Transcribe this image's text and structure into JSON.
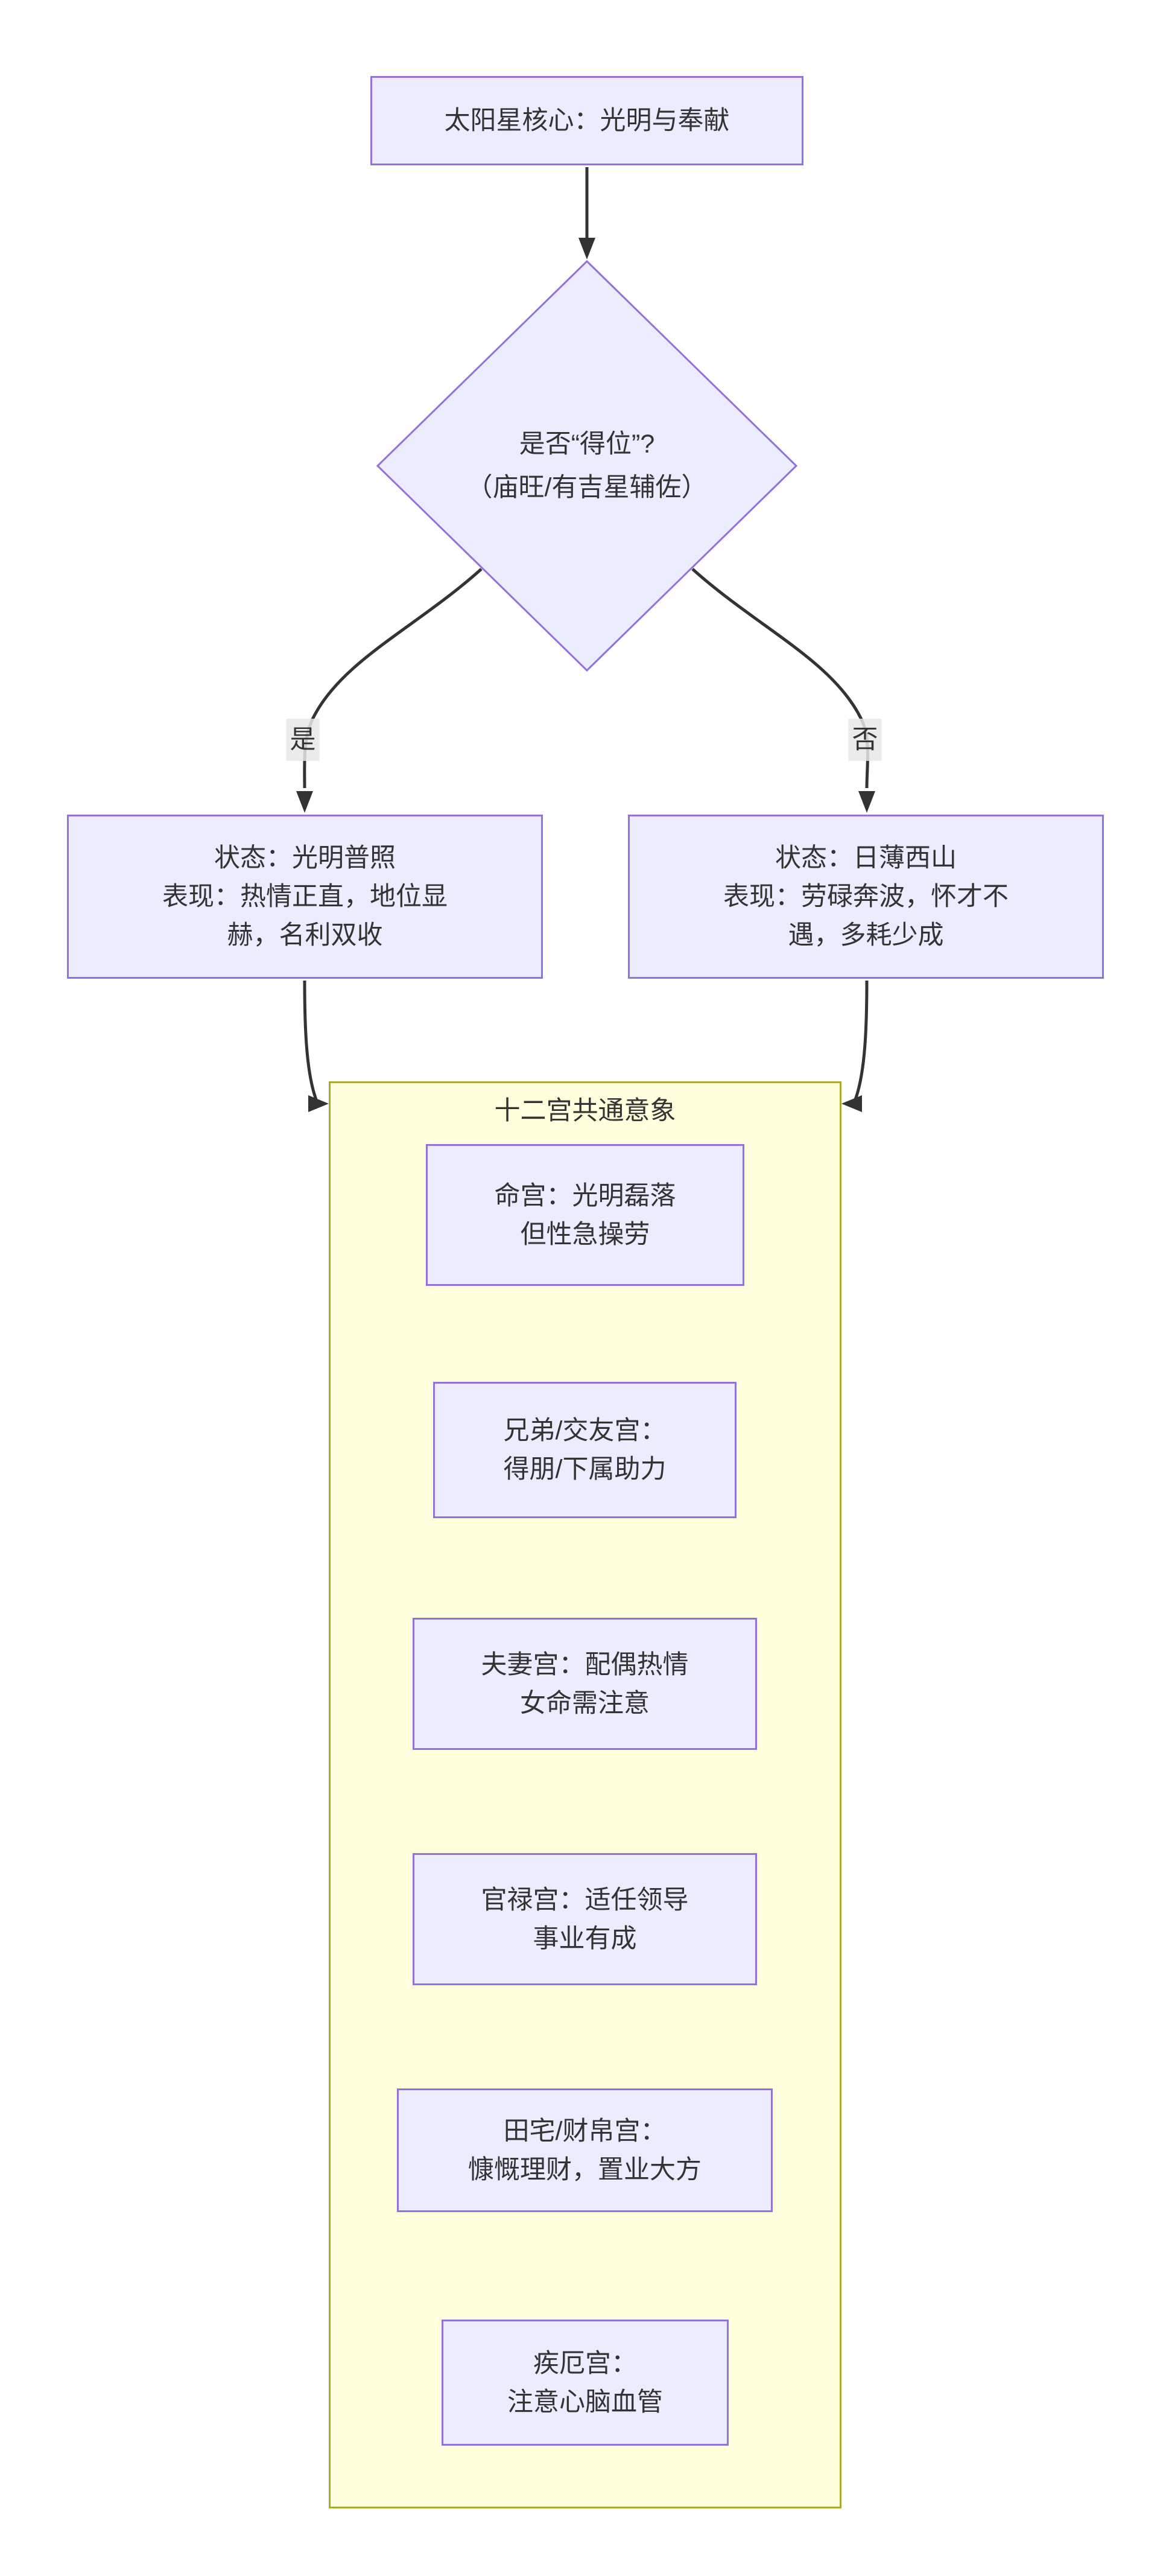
{
  "colors": {
    "background": "#FFFFFF",
    "node_fill": "#ECECFF",
    "node_border": "#9370DB",
    "cluster_fill": "#FFFFDE",
    "cluster_border": "#AAAA33",
    "edge": "#333333",
    "text": "#333333",
    "edge_label_bg": "#E8E8E8"
  },
  "nodes": {
    "core": {
      "lines": [
        "太阳星核心：光明与奉献"
      ]
    },
    "decision": {
      "lines": [
        "是否“得位”?",
        "（庙旺/有吉星辅佐）"
      ]
    },
    "yes_state": {
      "lines": [
        "状态：光明普照",
        "表现：热情正直，地位显",
        "赫，名利双收"
      ]
    },
    "no_state": {
      "lines": [
        "状态：日薄西山",
        "表现：劳碌奔波，怀才不",
        "遇，多耗少成"
      ]
    }
  },
  "edge_labels": {
    "yes": "是",
    "no": "否"
  },
  "cluster": {
    "title": "十二宫共通意象",
    "palaces": [
      {
        "lines": [
          "命宫：光明磊落",
          "但性急操劳"
        ]
      },
      {
        "lines": [
          "兄弟/交友宫：",
          "得朋/下属助力"
        ]
      },
      {
        "lines": [
          "夫妻宫：配偶热情",
          "女命需注意"
        ]
      },
      {
        "lines": [
          "官禄宫：适任领导",
          "事业有成"
        ]
      },
      {
        "lines": [
          "田宅/财帛宫：",
          "慷慨理财，置业大方"
        ]
      },
      {
        "lines": [
          "疾厄宫：",
          "注意心脑血管"
        ]
      }
    ]
  }
}
